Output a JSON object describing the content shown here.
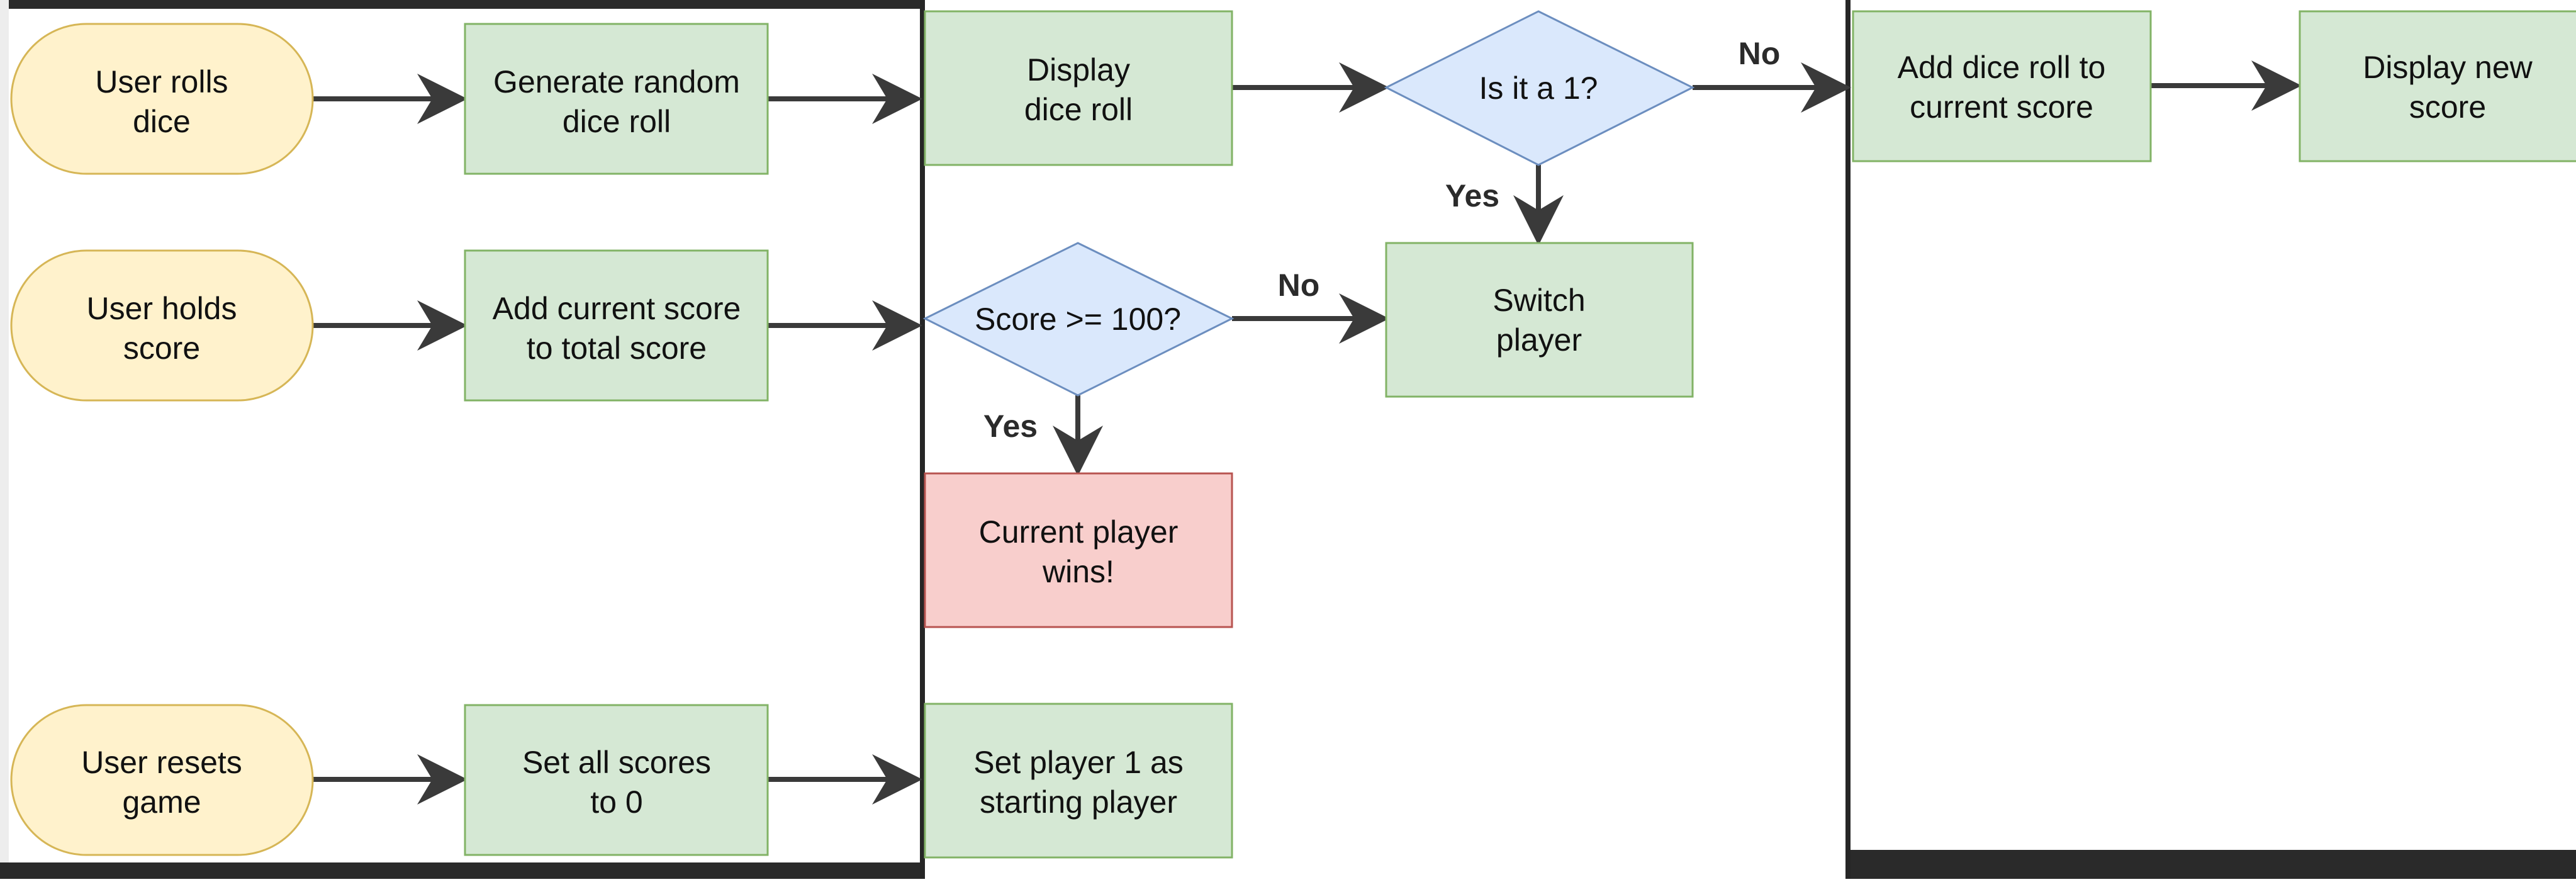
{
  "colors": {
    "terminal_fill": "#fff2cc",
    "terminal_stroke": "#d6b656",
    "process_fill": "#d5e8d4",
    "process_stroke": "#82b366",
    "decision_fill": "#dae8fc",
    "decision_stroke": "#6c8ebf",
    "end_fill": "#f8cecc",
    "end_stroke": "#b85450",
    "arrow": "#3a3a3a",
    "frame": "#262626"
  },
  "nodes": {
    "user_rolls_dice": [
      "User rolls",
      "dice"
    ],
    "generate_random_dice_roll": [
      "Generate random",
      "dice roll"
    ],
    "display_dice_roll": [
      "Display",
      "dice roll"
    ],
    "is_it_a_1": [
      "Is it a 1?"
    ],
    "add_dice_roll": [
      "Add dice roll to",
      "current score"
    ],
    "display_new_score": [
      "Display new",
      "score"
    ],
    "user_holds_score": [
      "User holds",
      "score"
    ],
    "add_current_score": [
      "Add current score",
      "to total score"
    ],
    "score_check": [
      "Score >= 100?"
    ],
    "switch_player": [
      "Switch",
      "player"
    ],
    "current_player_wins": [
      "Current player",
      "wins!"
    ],
    "user_resets_game": [
      "User resets",
      "game"
    ],
    "set_all_scores": [
      "Set all scores",
      "to 0"
    ],
    "set_player_1": [
      "Set player 1 as",
      "starting player"
    ]
  },
  "edge_labels": {
    "is_1_no": "No",
    "is_1_yes": "Yes",
    "score_no": "No",
    "score_yes": "Yes"
  }
}
